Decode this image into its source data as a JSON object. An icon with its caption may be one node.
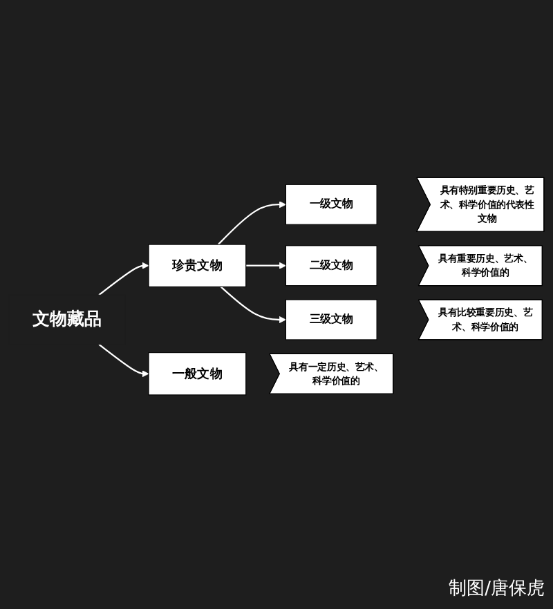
{
  "diagram": {
    "nodes": [
      {
        "text": [
          "文物藏品"
        ]
      },
      {
        "text": [
          "珍贵文物"
        ]
      },
      {
        "text": [
          "一级文物"
        ]
      },
      {
        "text": [
          "具有特别重要历史、艺术、科学价值的代表性文物"
        ]
      },
      {
        "text": [
          "二级文物"
        ]
      },
      {
        "text": [
          "具有重要历史、艺术、科学价值的"
        ]
      },
      {
        "text": [
          "三级文物"
        ]
      },
      {
        "text": [
          "具有比较重要历史、艺术、科学价值的"
        ]
      },
      {
        "text": [
          "一般文物"
        ]
      },
      {
        "text": [
          "具有一定历史、艺术、科学价值的"
        ]
      }
    ],
    "edges": [
      {
        "from": 0,
        "to": 1,
        "arrow": "to"
      },
      {
        "from": 0,
        "to": 8,
        "arrow": "to"
      },
      {
        "from": 1,
        "to": 2,
        "arrow": "to"
      },
      {
        "from": 1,
        "to": 4,
        "arrow": "to"
      },
      {
        "from": 1,
        "to": 6,
        "arrow": "to"
      }
    ],
    "labels": [
      "制图/唐保虎"
    ]
  }
}
